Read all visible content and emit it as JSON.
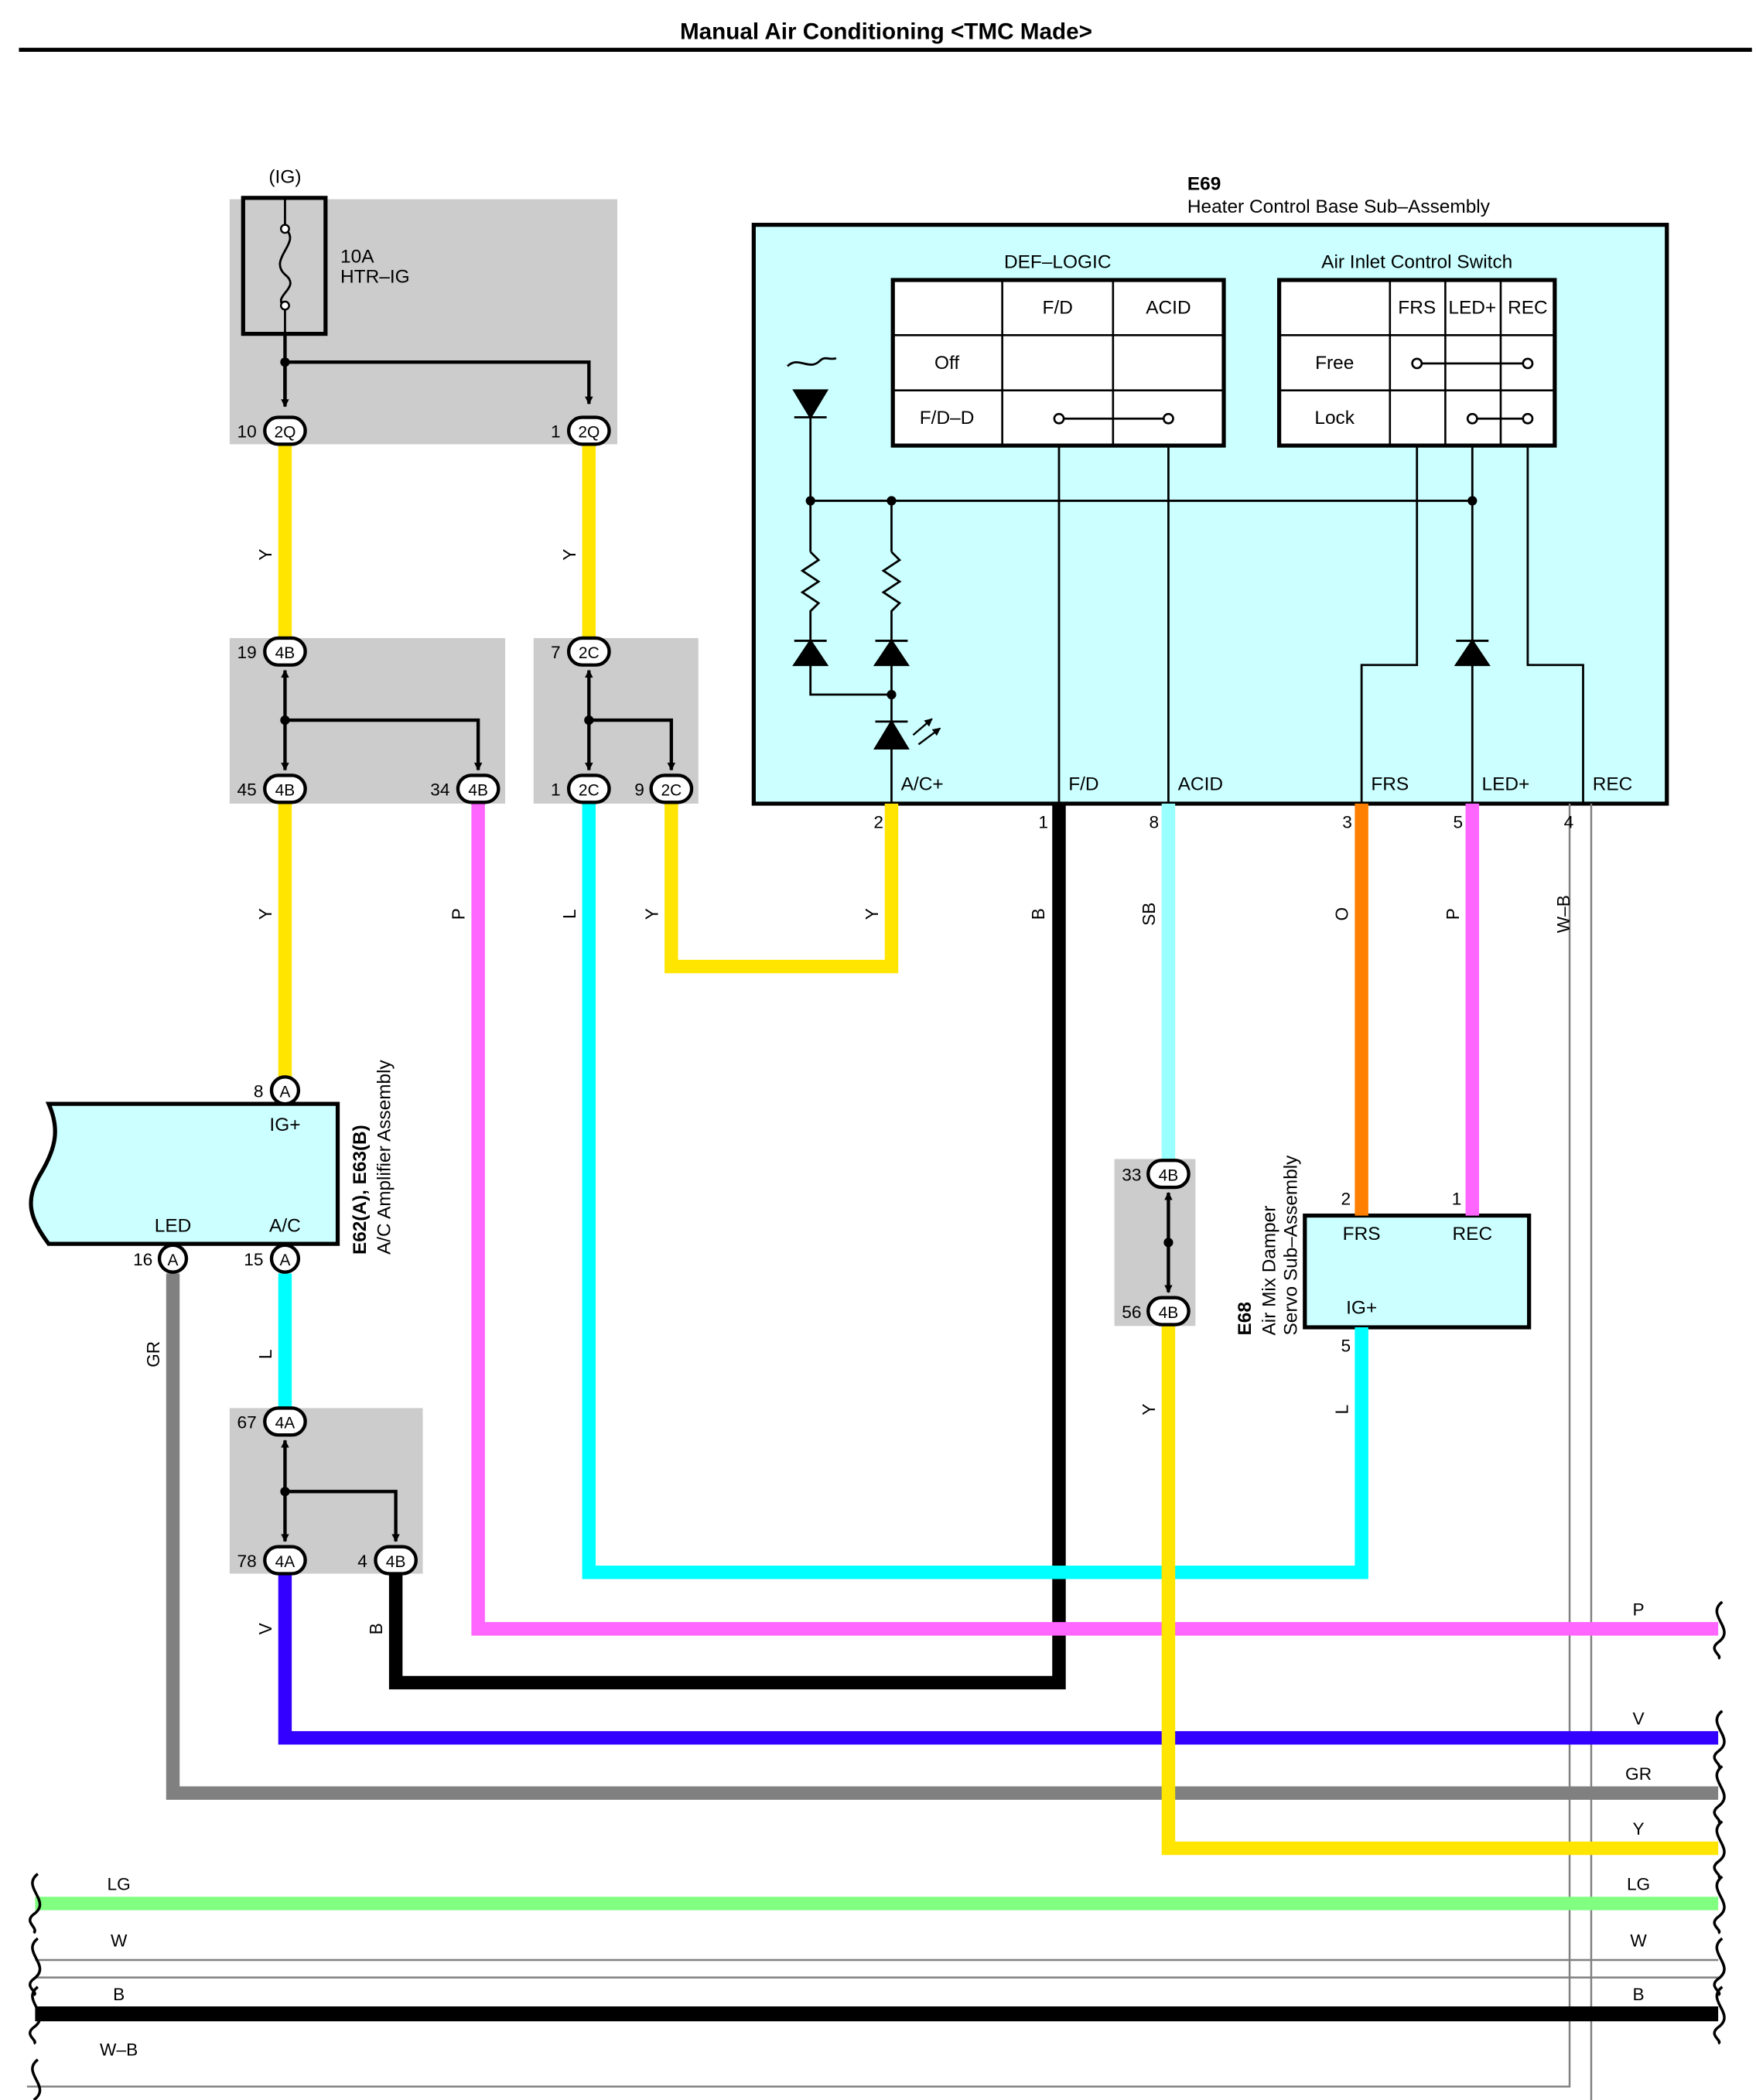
{
  "title": "Manual Air Conditioning <TMC Made>",
  "fuse": {
    "feed": "(IG)",
    "rating": "10A",
    "name": "HTR–IG"
  },
  "e69": {
    "code": "E69",
    "name": "Heater Control Base Sub–Assembly",
    "def_logic": {
      "title": "DEF–LOGIC",
      "columns": [
        "F/D",
        "ACID"
      ],
      "rows": [
        "Off",
        "F/D–D"
      ]
    },
    "air_inlet": {
      "title": "Air Inlet Control Switch",
      "columns": [
        "FRS",
        "LED+",
        "REC"
      ],
      "rows": [
        "Free",
        "Lock"
      ]
    },
    "terminals": [
      {
        "name": "A/C+",
        "pin": "2"
      },
      {
        "name": "F/D",
        "pin": "1"
      },
      {
        "name": "ACID",
        "pin": "8"
      },
      {
        "name": "FRS",
        "pin": "3"
      },
      {
        "name": "LED+",
        "pin": "5"
      },
      {
        "name": "REC",
        "pin": "4"
      }
    ]
  },
  "e62": {
    "code": "E62(A), E63(B)",
    "name": "A/C Amplifier Assembly",
    "terminals": [
      {
        "name": "IG+",
        "pin": "8",
        "conn": "A"
      },
      {
        "name": "LED",
        "pin": "16",
        "conn": "A"
      },
      {
        "name": "A/C",
        "pin": "15",
        "conn": "A"
      }
    ]
  },
  "e68": {
    "code": "E68",
    "name_line1": "Air Mix Damper",
    "name_line2": "Servo Sub–Assembly",
    "terminals": [
      {
        "name": "FRS",
        "pin": "2"
      },
      {
        "name": "REC",
        "pin": "1"
      },
      {
        "name": "IG+",
        "pin": "5"
      }
    ]
  },
  "connectors": [
    {
      "pin": "10",
      "conn": "2Q"
    },
    {
      "pin": "1",
      "conn": "2Q"
    },
    {
      "pin": "19",
      "conn": "4B"
    },
    {
      "pin": "45",
      "conn": "4B"
    },
    {
      "pin": "34",
      "conn": "4B"
    },
    {
      "pin": "7",
      "conn": "2C"
    },
    {
      "pin": "1",
      "conn": "2C"
    },
    {
      "pin": "9",
      "conn": "2C"
    },
    {
      "pin": "33",
      "conn": "4B"
    },
    {
      "pin": "56",
      "conn": "4B"
    },
    {
      "pin": "67",
      "conn": "4A"
    },
    {
      "pin": "78",
      "conn": "4A"
    },
    {
      "pin": "4",
      "conn": "4B"
    }
  ],
  "wire_colors": {
    "Y": "#ffe500",
    "P": "#ff66ff",
    "L": "#00ffff",
    "B": "#000000",
    "SB": "#99ffff",
    "O": "#ff8000",
    "V": "#3300ff",
    "GR": "#808080",
    "LG": "#80ff80",
    "W": "#ffffff",
    "W-B": "#ffffff"
  },
  "wire_labels": {
    "fuse_left": "Y",
    "fuse_right": "Y",
    "j4b_down": "Y",
    "j4b_p": "P",
    "j2c_l": "L",
    "j2c_y": "Y",
    "e69_ac": "Y",
    "e69_fd": "B",
    "e69_acid": "SB",
    "e69_frs": "O",
    "e69_led": "P",
    "e69_rec": "W–B",
    "amp_gr": "GR",
    "amp_l": "L",
    "j4a_v": "V",
    "j4a_b": "B",
    "e68_l": "L",
    "j33_y": "Y",
    "right_p": "P",
    "right_v": "V",
    "right_gr": "GR",
    "right_y": "Y",
    "right_lg": "LG",
    "right_w": "W",
    "right_b": "B",
    "left_lg": "LG",
    "left_w": "W",
    "left_b": "B",
    "left_wb": "W–B"
  }
}
